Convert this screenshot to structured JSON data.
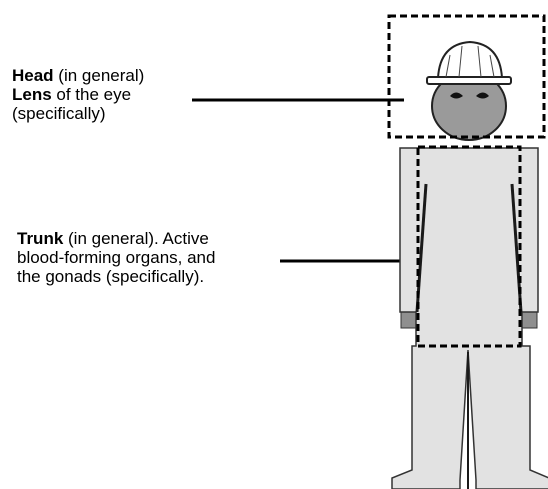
{
  "head_label": {
    "line1_bold": "Head",
    "line1_rest": " (in general)",
    "line2_bold": "Lens",
    "line2_rest": " of the eye",
    "line3": "(specifically)"
  },
  "trunk_label": {
    "line1_bold": "Trunk",
    "line1_rest": " (in general). Active",
    "line2": "blood-forming organs, and",
    "line3": "the gonads (specifically)."
  },
  "colors": {
    "body_fill": "#e2e2e2",
    "face_fill": "#9a9a9a",
    "outline": "#222222",
    "dashed_box": "#000000"
  },
  "icons": {
    "figure": "human-figure-icon",
    "helmet": "hard-hat-icon"
  }
}
